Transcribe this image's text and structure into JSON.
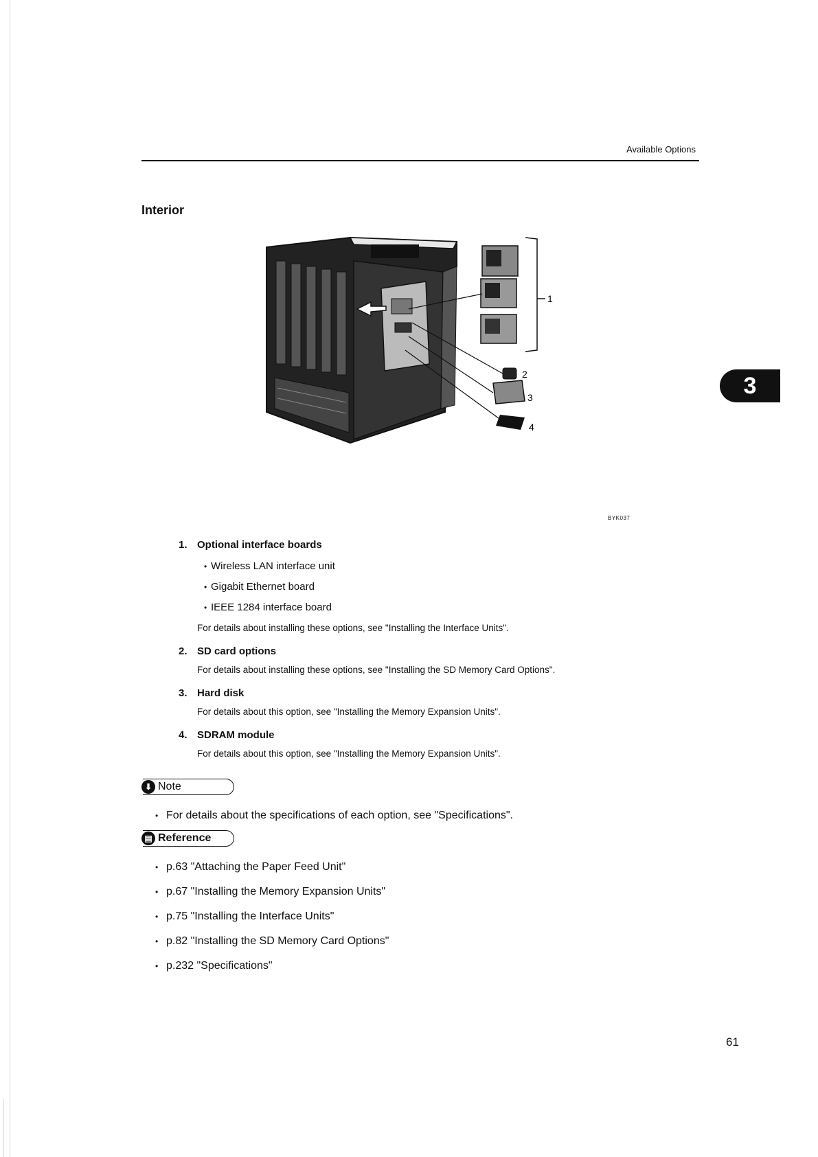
{
  "header": {
    "section": "Available Options"
  },
  "section_title": "Interior",
  "figure": {
    "code": "BYK037",
    "callouts": [
      "1",
      "2",
      "3",
      "4"
    ]
  },
  "chapter_tab": "3",
  "items": [
    {
      "number": "1.",
      "title": "Optional interface boards",
      "subitems": [
        "Wireless LAN interface unit",
        "Gigabit Ethernet board",
        "IEEE 1284 interface board"
      ],
      "description": "For details about installing these options, see \"Installing the Interface Units\"."
    },
    {
      "number": "2.",
      "title": "SD card options",
      "subitems": [],
      "description": "For details about installing these options, see \"Installing the SD Memory Card Options\"."
    },
    {
      "number": "3.",
      "title": "Hard disk",
      "subitems": [],
      "description": "For details about this option, see \"Installing the Memory Expansion Units\"."
    },
    {
      "number": "4.",
      "title": "SDRAM module",
      "subitems": [],
      "description": "For details about this option, see \"Installing the Memory Expansion Units\"."
    }
  ],
  "note": {
    "label": "Note",
    "bullets": [
      "For details about the specifications of each option, see \"Specifications\"."
    ]
  },
  "reference": {
    "label": "Reference",
    "bullets": [
      "p.63 \"Attaching the Paper Feed Unit\"",
      "p.67 \"Installing the Memory Expansion Units\"",
      "p.75 \"Installing the Interface Units\"",
      "p.82 \"Installing the SD Memory Card Options\"",
      "p.232 \"Specifications\""
    ]
  },
  "page_number": "61",
  "colors": {
    "ink": "#111111",
    "paper": "#ffffff"
  }
}
